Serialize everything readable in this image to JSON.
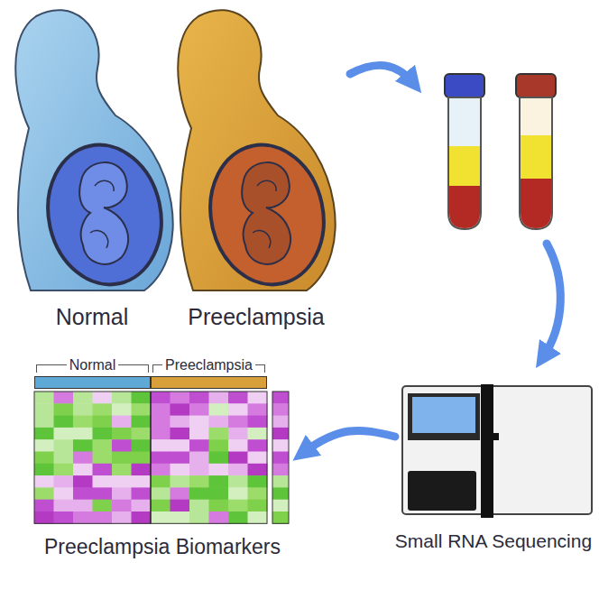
{
  "diagram": {
    "nodes": [
      {
        "text": [
          "Normal"
        ]
      },
      {
        "text": [
          "Preeclampsia"
        ]
      },
      {
        "text": [
          "Small RNA Sequencing"
        ]
      },
      {
        "text": [
          "Preeclampsia Biomarkers"
        ]
      },
      {
        "text": [
          "Normal"
        ],
        "in": 3
      },
      {
        "text": [
          "Preeclampsia"
        ],
        "in": 3
      }
    ],
    "edges": [
      {
        "from": 2,
        "to": 3,
        "arrow": "to"
      }
    ]
  }
}
